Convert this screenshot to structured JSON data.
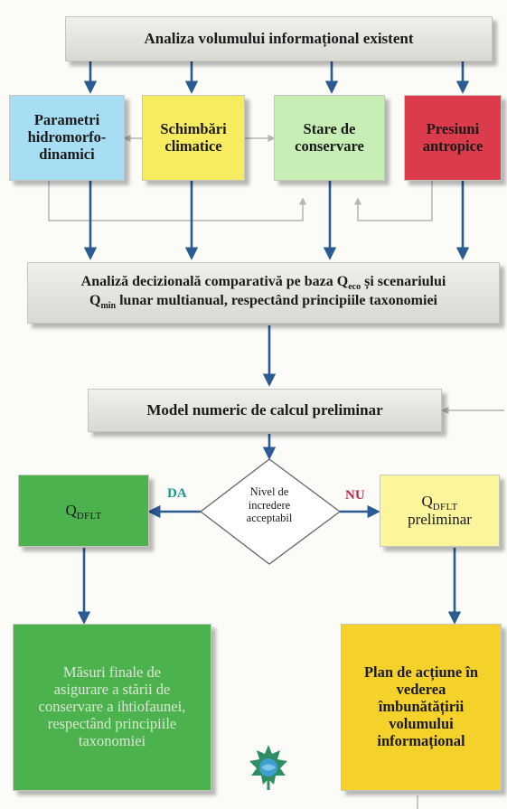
{
  "colors": {
    "arrow": "#2b5b93",
    "connector": "#b5b5b5",
    "da": "#1a9a8e",
    "nu": "#c2254b"
  },
  "top_bar": {
    "label": "Analiza volumului informațional existent"
  },
  "factors": {
    "parametri": {
      "line1": "Parametri",
      "line2": "hidromorfo-",
      "line3": "dinamici"
    },
    "schimbari": {
      "line1": "Schimbări",
      "line2": "climatice"
    },
    "stare": {
      "line1": "Stare de",
      "line2": "conservare"
    },
    "presiuni": {
      "line1": "Presiuni",
      "line2": "antropice"
    }
  },
  "analysis_bar": {
    "line1_prefix": "Analiză decizională comparativă pe baza Q",
    "line1_sub": "eco",
    "line1_suffix": " și scenariului",
    "line2_prefix": "Q",
    "line2_sub": "min",
    "line2_suffix": " lunar multianual, respectând principiile taxonomiei"
  },
  "model_bar": {
    "label": "Model numeric de calcul preliminar"
  },
  "decision": {
    "line1": "Nivel de",
    "line2": "incredere",
    "line3": "acceptabil",
    "yes_label": "DA",
    "no_label": "NU"
  },
  "q_final": {
    "q": "Q",
    "sub": "DFLT"
  },
  "q_preliminary": {
    "q": "Q",
    "sub": "DFLT",
    "line2": "preliminar"
  },
  "final_measures": {
    "line1": "Măsuri finale de",
    "line2": "asigurare a stării de",
    "line3": "conservare a ihtiofaunei,",
    "line4": "respectând principiile",
    "line5": "taxonomiei"
  },
  "action_plan": {
    "line1": "Plan de acțiune în",
    "line2": "vederea",
    "line3": "îmbunătățirii",
    "line4": "volumului",
    "line5": "informațional"
  }
}
